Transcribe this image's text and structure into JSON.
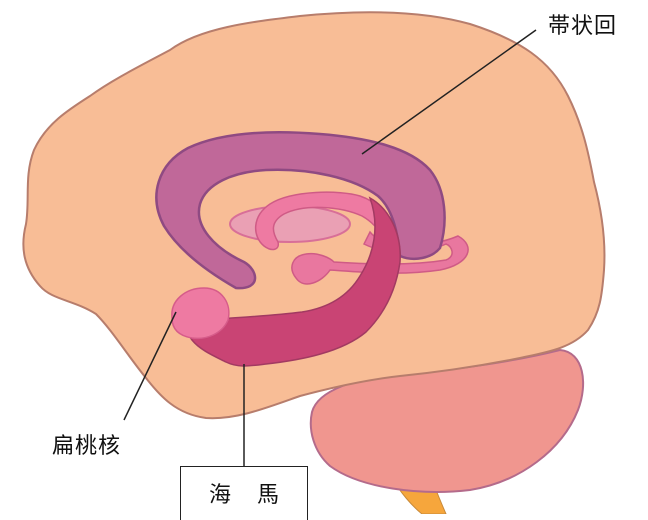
{
  "labels": {
    "cingulate_gyrus": "帯状回",
    "amygdala": "扁桃核",
    "hippocampus": "海馬"
  },
  "colors": {
    "cerebrum_fill": "#f8bd96",
    "cerebrum_stroke": "#b77d6c",
    "cerebellum_fill": "#f0968f",
    "cerebellum_stroke": "#b46b8b",
    "brainstem_fill": "#f6a63c",
    "cingulate_fill": "#c06899",
    "cingulate_stroke": "#8f4a82",
    "hippocampus_fill": "#c94474",
    "amygdala_fill": "#ee7aa2",
    "fornix_fill": "#e9779f",
    "thalamus_fill": "#eaa0b4",
    "leader_line": "#222222"
  }
}
